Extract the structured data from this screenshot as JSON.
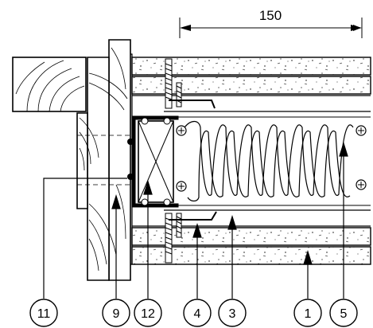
{
  "dimension": {
    "value": "150"
  },
  "callouts": [
    "11",
    "9",
    "12",
    "4",
    "3",
    "1",
    "5"
  ]
}
